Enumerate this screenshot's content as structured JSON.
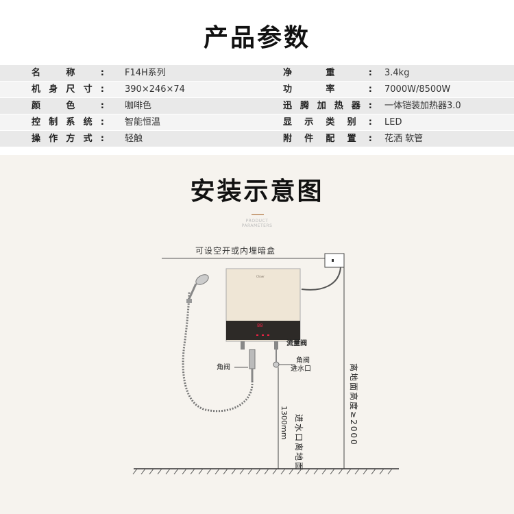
{
  "header": {
    "title": "产品参数"
  },
  "specs": [
    {
      "left_label": "名称:",
      "left_value": "F14H系列",
      "right_label": "净重:",
      "right_value": "3.4kg"
    },
    {
      "left_label": "机身尺寸:",
      "left_value": "390×246×74",
      "right_label": "功率:",
      "right_value": "7000W/8500W"
    },
    {
      "left_label": "颜色:",
      "left_value": "咖啡色",
      "right_label": "迅腾加热器:",
      "right_value": "一体铠装加热器3.0"
    },
    {
      "left_label": "控制系统:",
      "left_value": "智能恒温",
      "right_label": "显示类别:",
      "right_value": "LED"
    },
    {
      "left_label": "操作方式:",
      "left_value": "轻触",
      "right_label": "附件配置:",
      "right_value": "花洒 软管"
    }
  ],
  "install": {
    "title": "安装示意图",
    "subtitle_line1": "PRODUCT",
    "subtitle_line2": "PARAMETERS",
    "box_label": "可设空开或内埋暗盒",
    "flow_valve": "流量阀",
    "angle_valve_left": "角阀",
    "angle_valve_inlet_1": "角阀",
    "angle_valve_inlet_2": "进水口",
    "height_label": "离地面高度≥2000",
    "inlet_height_label": "进水口离地面",
    "inlet_height_value": "1300mm",
    "unit_display": "88",
    "brand": "Chaer"
  },
  "colors": {
    "accent": "#c9a27e",
    "heater_body": "#efe6d6",
    "panel_bg": "#f6f3ee"
  }
}
